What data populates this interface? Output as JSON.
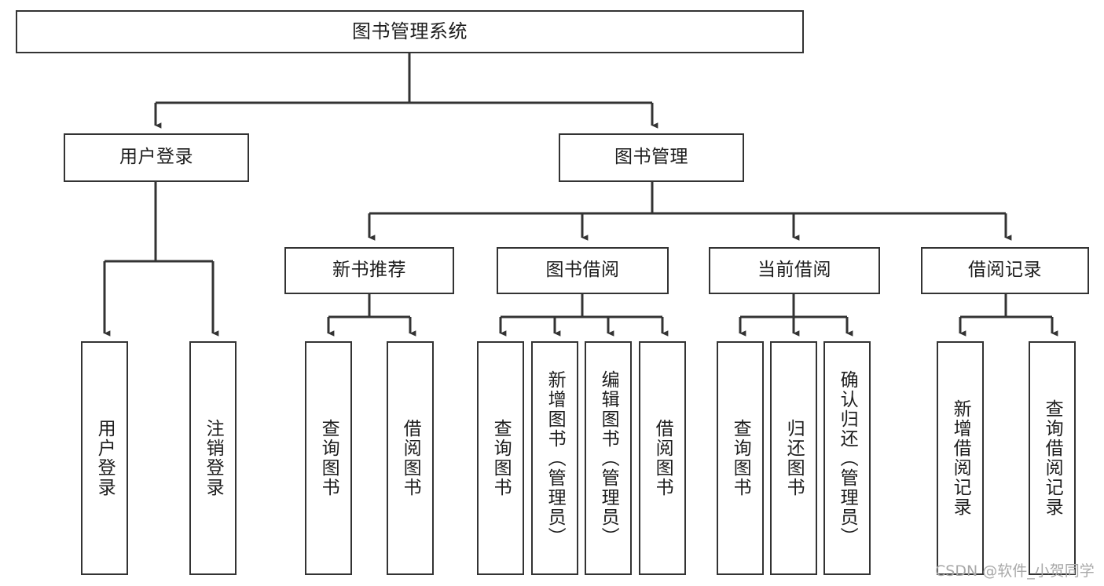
{
  "diagram": {
    "title": "图书管理系统",
    "type": "tree-hierarchy-chart",
    "watermark": "CSDN @软件_小贺同学",
    "colors": {
      "box_border": "#333333",
      "box_fill": "#ffffff",
      "edge": "#333333",
      "text": "#1d1d1d",
      "watermark": "#a8a8a8",
      "background": "#ffffff"
    },
    "nodes": {
      "root": {
        "label": "图书管理系统"
      },
      "tier1": [
        {
          "id": "user-login",
          "label": "用户登录"
        },
        {
          "id": "book-management",
          "label": "图书管理"
        }
      ],
      "tier2": [
        {
          "id": "new-book-recommend",
          "label": "新书推荐"
        },
        {
          "id": "book-borrow",
          "label": "图书借阅"
        },
        {
          "id": "current-borrow",
          "label": "当前借阅"
        },
        {
          "id": "borrow-record",
          "label": "借阅记录"
        }
      ],
      "leaves": {
        "user_login": [
          {
            "id": "leaf-user-login",
            "label": "用户登录"
          },
          {
            "id": "leaf-logout-login",
            "label": "注销登录"
          }
        ],
        "new_book_recommend": [
          {
            "id": "leaf-query-book-1",
            "label": "查询图书"
          },
          {
            "id": "leaf-borrow-book-1",
            "label": "借阅图书"
          }
        ],
        "book_borrow": [
          {
            "id": "leaf-query-book-2",
            "label": "查询图书"
          },
          {
            "id": "leaf-add-book",
            "label": "新增图书（管理员）"
          },
          {
            "id": "leaf-edit-book",
            "label": "编辑图书（管理员）"
          },
          {
            "id": "leaf-borrow-book-2",
            "label": "借阅图书"
          }
        ],
        "current_borrow": [
          {
            "id": "leaf-query-book-3",
            "label": "查询图书"
          },
          {
            "id": "leaf-return-book",
            "label": "归还图书"
          },
          {
            "id": "leaf-confirm-return",
            "label": "确认归还（管理员）"
          }
        ],
        "borrow_record": [
          {
            "id": "leaf-add-borrow-record",
            "label": "新增借阅记录"
          },
          {
            "id": "leaf-query-borrow-record",
            "label": "查询借阅记录"
          }
        ]
      }
    }
  }
}
